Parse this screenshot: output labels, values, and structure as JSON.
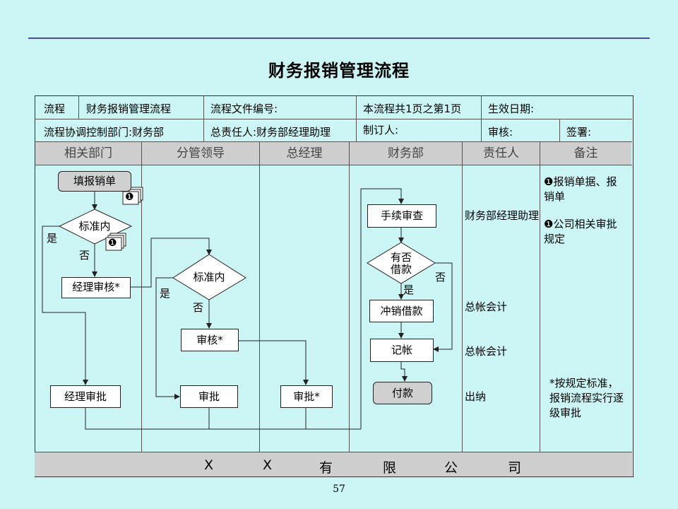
{
  "title": "财务报销管理流程",
  "header": {
    "row1": {
      "flow_label": "流程",
      "flow_name": "财务报销管理流程",
      "doc_no": "流程文件编号:",
      "pages": "本流程共1页之第1页",
      "effective": "生效日期:"
    },
    "row2": {
      "coord_dept": "流程协调控制部门:财务部",
      "owner": "总责任人:财务部经理助理",
      "maker": "制订人:",
      "review": "审核:",
      "sign": "签署:"
    }
  },
  "columns": [
    "相关部门",
    "分管领导",
    "总经理",
    "财务部",
    "责任人",
    "备注"
  ],
  "nodes": {
    "fill_form": "填报销单",
    "std1": "标准内",
    "mgr_review": "经理审核*",
    "mgr_approve": "经理审批",
    "std2": "标准内",
    "check": "审核*",
    "approve": "审批",
    "gm_approve": "审批*",
    "procedure_check": "手续审查",
    "loan_q1": "有否",
    "loan_q2": "借款",
    "offset_loan": "冲销借款",
    "bookkeep": "记帐",
    "pay": "付款"
  },
  "edge_labels": {
    "yes": "是",
    "no": "否"
  },
  "doc_marker": "❶",
  "responsible": [
    "财务部经理助理",
    "总帐会计",
    "总帐会计",
    "出纳"
  ],
  "notes": {
    "n1": "❶报销单据、报销单",
    "n2": "❶公司相关审批规定",
    "n3": "*按规定标准，报销流程实行逐级审批"
  },
  "footer_chars": [
    "X",
    "X",
    "有",
    "限",
    "公",
    "司"
  ],
  "page_number": "57"
}
